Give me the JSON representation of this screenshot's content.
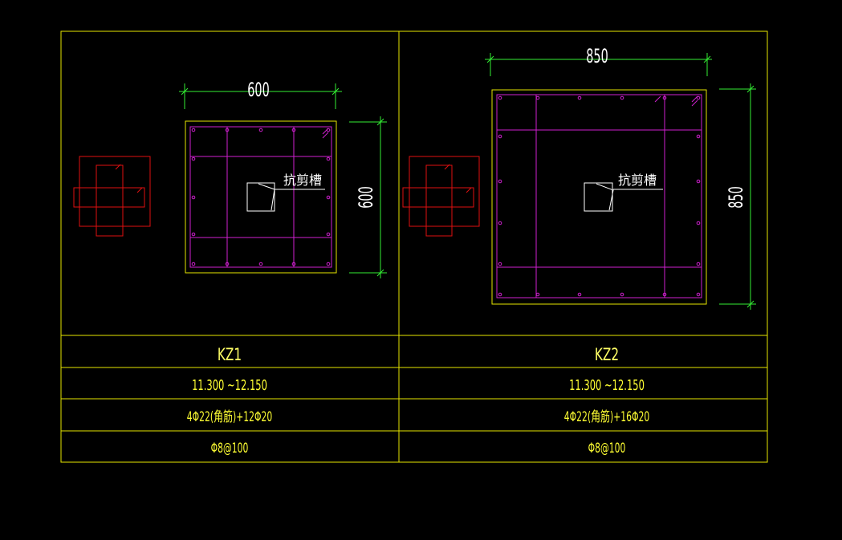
{
  "colors": {
    "background": "#000000",
    "frame": "#e6e600",
    "dimension": "#33ee33",
    "rebar": "#d020d0",
    "section_outline": "#e6e600",
    "sketch": "#e01010",
    "label": "#ffffff",
    "table_text": "#ffff33",
    "title_text": "#ffff66"
  },
  "columns": [
    {
      "name": "KZ1",
      "width_dim": "600",
      "height_dim": "600",
      "annotation": "抗剪槽",
      "elevation": "11.300 ~12.150",
      "longitudinal_bars": "4Φ22(角筋)+12Φ20",
      "stirrups": "Φ8@100"
    },
    {
      "name": "KZ2",
      "width_dim": "850",
      "height_dim": "850",
      "annotation": "抗剪槽",
      "elevation": "11.300 ~12.150",
      "longitudinal_bars": "4Φ22(角筋)+16Φ20",
      "stirrups": "Φ8@100"
    }
  ]
}
